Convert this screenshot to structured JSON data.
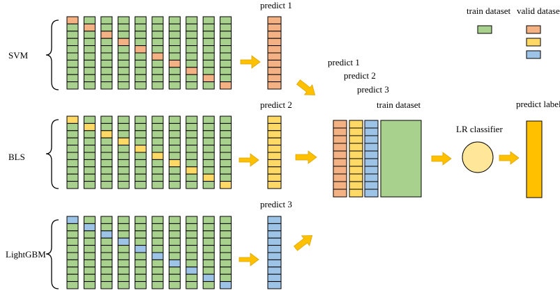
{
  "colors": {
    "train": "#a9d18e",
    "valid_svm": "#f4b183",
    "valid_bls": "#ffd966",
    "valid_lgbm": "#9dc3e6",
    "label": "#ffc000",
    "arrow": "#ffc000",
    "circle": "#ffe699",
    "stroke": "#000000"
  },
  "models": [
    {
      "name": "SVM",
      "predict_label": "predict 1",
      "color_key": "valid_svm"
    },
    {
      "name": "BLS",
      "predict_label": "predict 2",
      "color_key": "valid_bls"
    },
    {
      "name": "LightGBM",
      "predict_label": "predict 3",
      "color_key": "valid_lgbm"
    }
  ],
  "grid": {
    "folds": 10,
    "rows": 10
  },
  "legend": {
    "train_label": "train dataset",
    "valid_label": "valid dataset"
  },
  "stack": {
    "predict_labels": [
      "predict 1",
      "predict 2",
      "predict 3"
    ],
    "train_label": "train dataset"
  },
  "classifier": {
    "label": "LR classifier"
  },
  "output": {
    "label": "predict label"
  }
}
